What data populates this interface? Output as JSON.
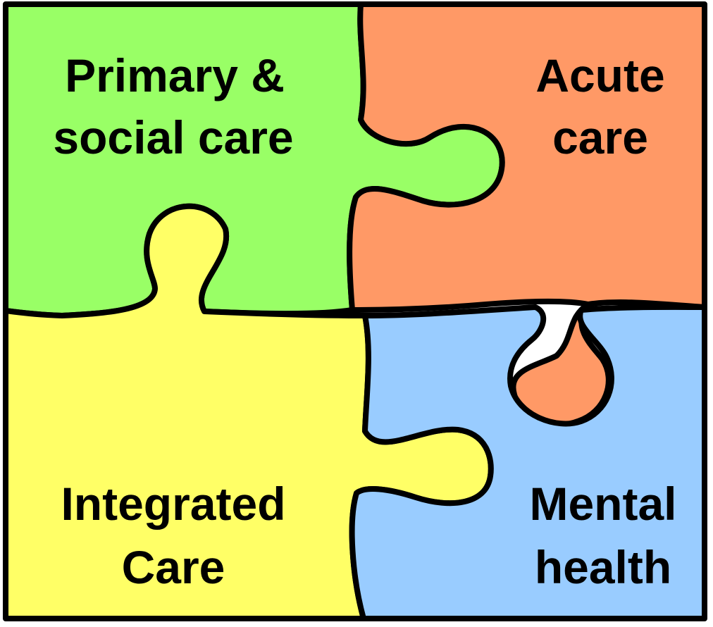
{
  "pieces": {
    "primary": {
      "line1": "Primary &",
      "line2": "social care",
      "color": "#99FF66"
    },
    "acute": {
      "line1": "Acute",
      "line2": "care",
      "color": "#FF9966"
    },
    "integrated": {
      "line1": "Integrated",
      "line2": "Care",
      "color": "#FFFF66"
    },
    "mental": {
      "line1": "Mental",
      "line2": "health",
      "color": "#99CCFF"
    }
  },
  "outline_color": "#000000"
}
